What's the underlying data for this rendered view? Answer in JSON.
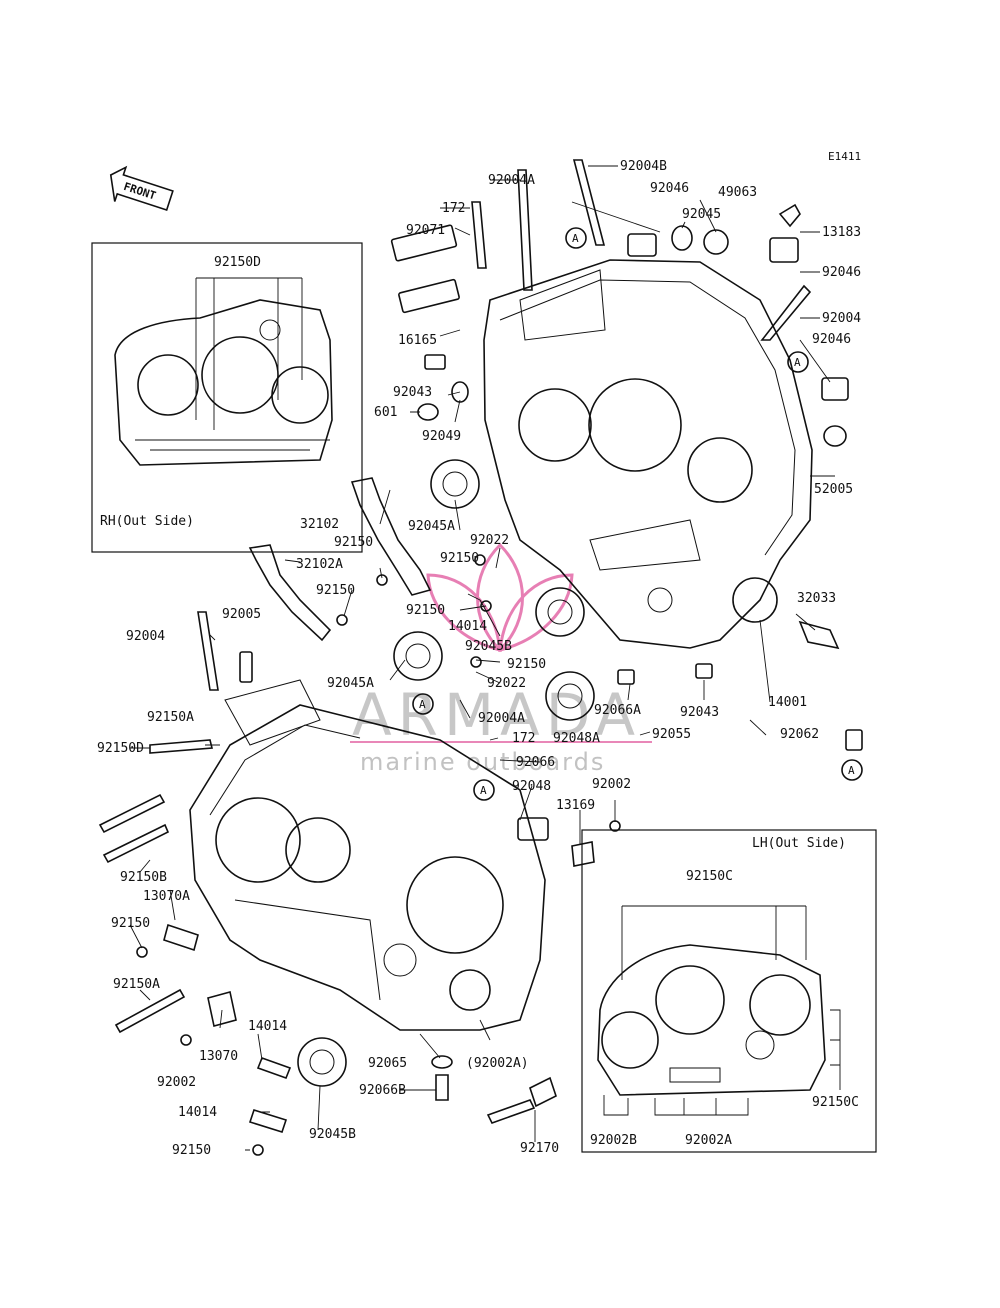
{
  "diagram_code": "E1411",
  "front_label": "FRONT",
  "watermark": {
    "main": "ARMADA",
    "sub": "marine outboards",
    "accent": "#e0559b"
  },
  "insets": {
    "rh": {
      "caption": "RH(Out Side)",
      "part": "92150D"
    },
    "lh": {
      "caption": "LH(Out Side)",
      "part_top": "92150C",
      "part_right": "92150C",
      "part_b": "92002B",
      "part_a": "92002A"
    }
  },
  "ref_mark": "A",
  "labels": [
    "92004B",
    "92004A",
    "92046",
    "49063",
    "92045",
    "172",
    "13183",
    "92071",
    "92046",
    "92004",
    "16165",
    "92046",
    "92043",
    "601",
    "92049",
    "52005",
    "32102",
    "92045A",
    "92150",
    "92022",
    "32102A",
    "92150",
    "92150",
    "92150",
    "92005",
    "14014",
    "92004",
    "92045B",
    "32033",
    "92150",
    "92045A",
    "92022",
    "92066A",
    "92043",
    "14001",
    "92150A",
    "92004A",
    "172",
    "92048A",
    "92055",
    "92062",
    "92150D",
    "92066",
    "92048",
    "92002",
    "13169",
    "92150B",
    "13070A",
    "92150",
    "92150A",
    "14014",
    "13070",
    "92065",
    "(92002A)",
    "92002",
    "92066B",
    "14014",
    "92045B",
    "92170",
    "92150"
  ]
}
